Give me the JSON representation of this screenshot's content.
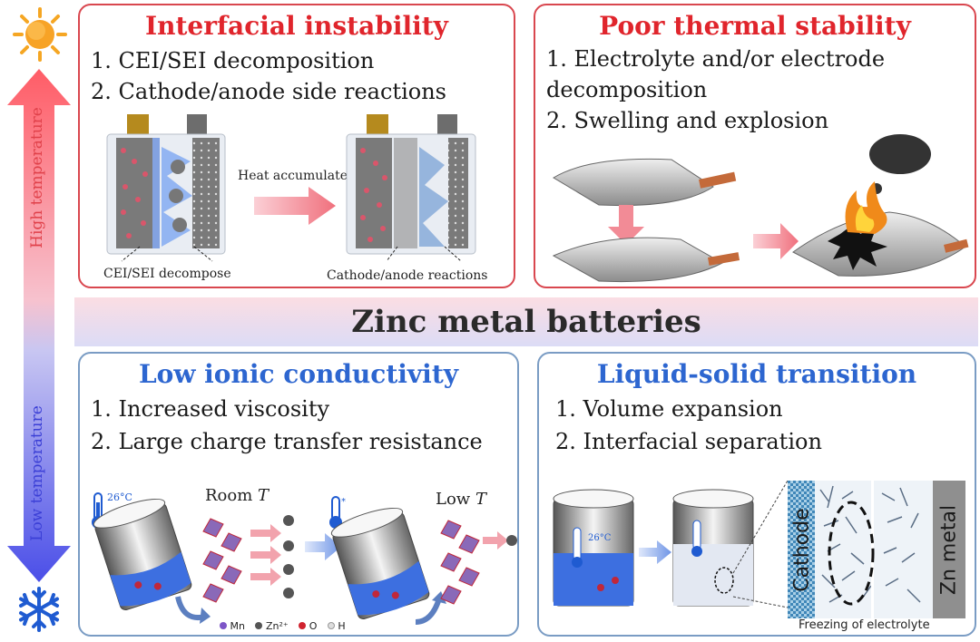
{
  "center_title": "Zinc metal batteries",
  "side_axis": {
    "high_label": "High temperature",
    "low_label": "Low temperature",
    "top_icon": "sun-icon",
    "bottom_icon": "snowflake-icon"
  },
  "panels": {
    "interfacial": {
      "title": "Interfacial instability",
      "items": [
        "1. CEI/SEI decomposition",
        "2. Cathode/anode side reactions"
      ],
      "arrow_label": "Heat accumulates",
      "left_caption": "CEI/SEI decompose",
      "right_caption": "Cathode/anode reactions"
    },
    "thermal": {
      "title": "Poor thermal stability",
      "item1_line1": "1. Electrolyte and/or electrode",
      "item1_line2": "decomposition",
      "item2": "2. Swelling and explosion"
    },
    "ionic": {
      "title": "Low ionic conductivity",
      "items": [
        "1. Increased viscosity",
        "2. Large charge transfer resistance"
      ],
      "room_label": "Room",
      "low_label": "Low",
      "t_symbol": "T",
      "thermo_text": "26°C",
      "legend": [
        "Mn",
        "Zn²⁺",
        "O",
        "H"
      ]
    },
    "transition": {
      "title": "Liquid-solid transition",
      "items": [
        "1. Volume expansion",
        "2. Interfacial separation"
      ],
      "cathode_label": "Cathode",
      "zn_label": "Zn metal",
      "freeze_caption": "Freezing of electrolyte",
      "thermo_text": "26°C"
    }
  },
  "colors": {
    "hot_border": "#d9474f",
    "hot_title": "#e0252c",
    "cold_border": "#7a9cc4",
    "cold_title": "#2d66d0"
  }
}
